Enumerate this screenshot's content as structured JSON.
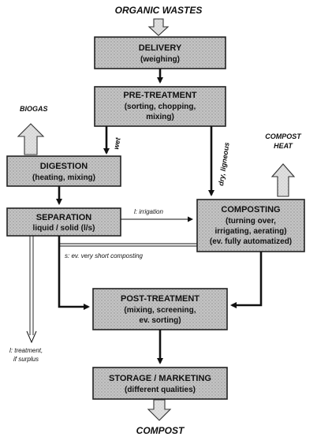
{
  "top_label": "ORGANIC WASTES",
  "bottom_label": "COMPOST",
  "boxes": {
    "delivery": {
      "title": "DELIVERY",
      "sub": [
        "(weighing)"
      ]
    },
    "pretreatment": {
      "title": "PRE-TREATMENT",
      "sub": [
        "(sorting, chopping,",
        "mixing)"
      ]
    },
    "digestion": {
      "title": "DIGESTION",
      "sub": [
        "(heating, mixing)"
      ]
    },
    "separation": {
      "title": "SEPARATION",
      "sub": [
        "liquid / solid (l/s)"
      ]
    },
    "composting": {
      "title": "COMPOSTING",
      "sub": [
        "(turning over,",
        "irrigating, aerating)",
        "(ev. fully automatized)"
      ]
    },
    "posttreatment": {
      "title": "POST-TREATMENT",
      "sub": [
        "(mixing, screening,",
        "ev. sorting)"
      ]
    },
    "storage": {
      "title": "STORAGE / MARKETING",
      "sub": [
        "(different qualities)"
      ]
    }
  },
  "outputs": {
    "biogas": "BIOGAS",
    "compost_heat": [
      "COMPOST",
      "HEAT"
    ]
  },
  "flow_labels": {
    "wet": "wet",
    "dry_ligneous": "dry, ligneous",
    "irrigation": "l: irrigation",
    "short_composting": "s: ev. very short composting",
    "treatment": [
      "l: treatment,",
      "if surplus"
    ]
  },
  "colors": {
    "box_fill": "#bcbcbc",
    "line": "#111111"
  }
}
